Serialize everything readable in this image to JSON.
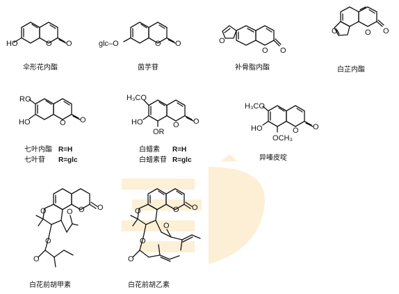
{
  "compounds": [
    {
      "name": "伞形花内酯",
      "sub": "HO",
      "o1": "O",
      "o2": "O"
    },
    {
      "name": "茵芋苷",
      "sub": "glc–O",
      "o1": "O",
      "o2": "O"
    },
    {
      "name": "补骨脂内酯",
      "o1": "O",
      "o2": "O",
      "o3": "O"
    },
    {
      "name": "白芷内酯",
      "o1": "O",
      "o2": "O",
      "o3": "O"
    },
    {
      "ro": "RO",
      "ho": "HO",
      "o1": "O",
      "o2": "O"
    },
    {
      "h3co": "H₃CO",
      "ho": "HO",
      "or": "OR",
      "o1": "O",
      "o2": "O"
    },
    {
      "name": "异嗪皮啶",
      "h3co": "H₃CO",
      "ho": "HO",
      "och3": "OCH₃",
      "o1": "O",
      "o2": "O"
    },
    {
      "name": "白花前胡甲素"
    },
    {
      "name": "白花前胡乙素"
    }
  ],
  "labels": {
    "qiye_neizhi": "七叶内酯",
    "qiye_r1": "R=H",
    "qiye_gan": "七叶苷",
    "qiye_r2": "R=glc",
    "bailasu": "白蜡素",
    "bai_r1": "R=H",
    "bailasugan": "白蜡素苷",
    "bai_r2": "R=glc"
  },
  "atoms": {
    "O": "O"
  },
  "watermark_color": "#f6c96b"
}
